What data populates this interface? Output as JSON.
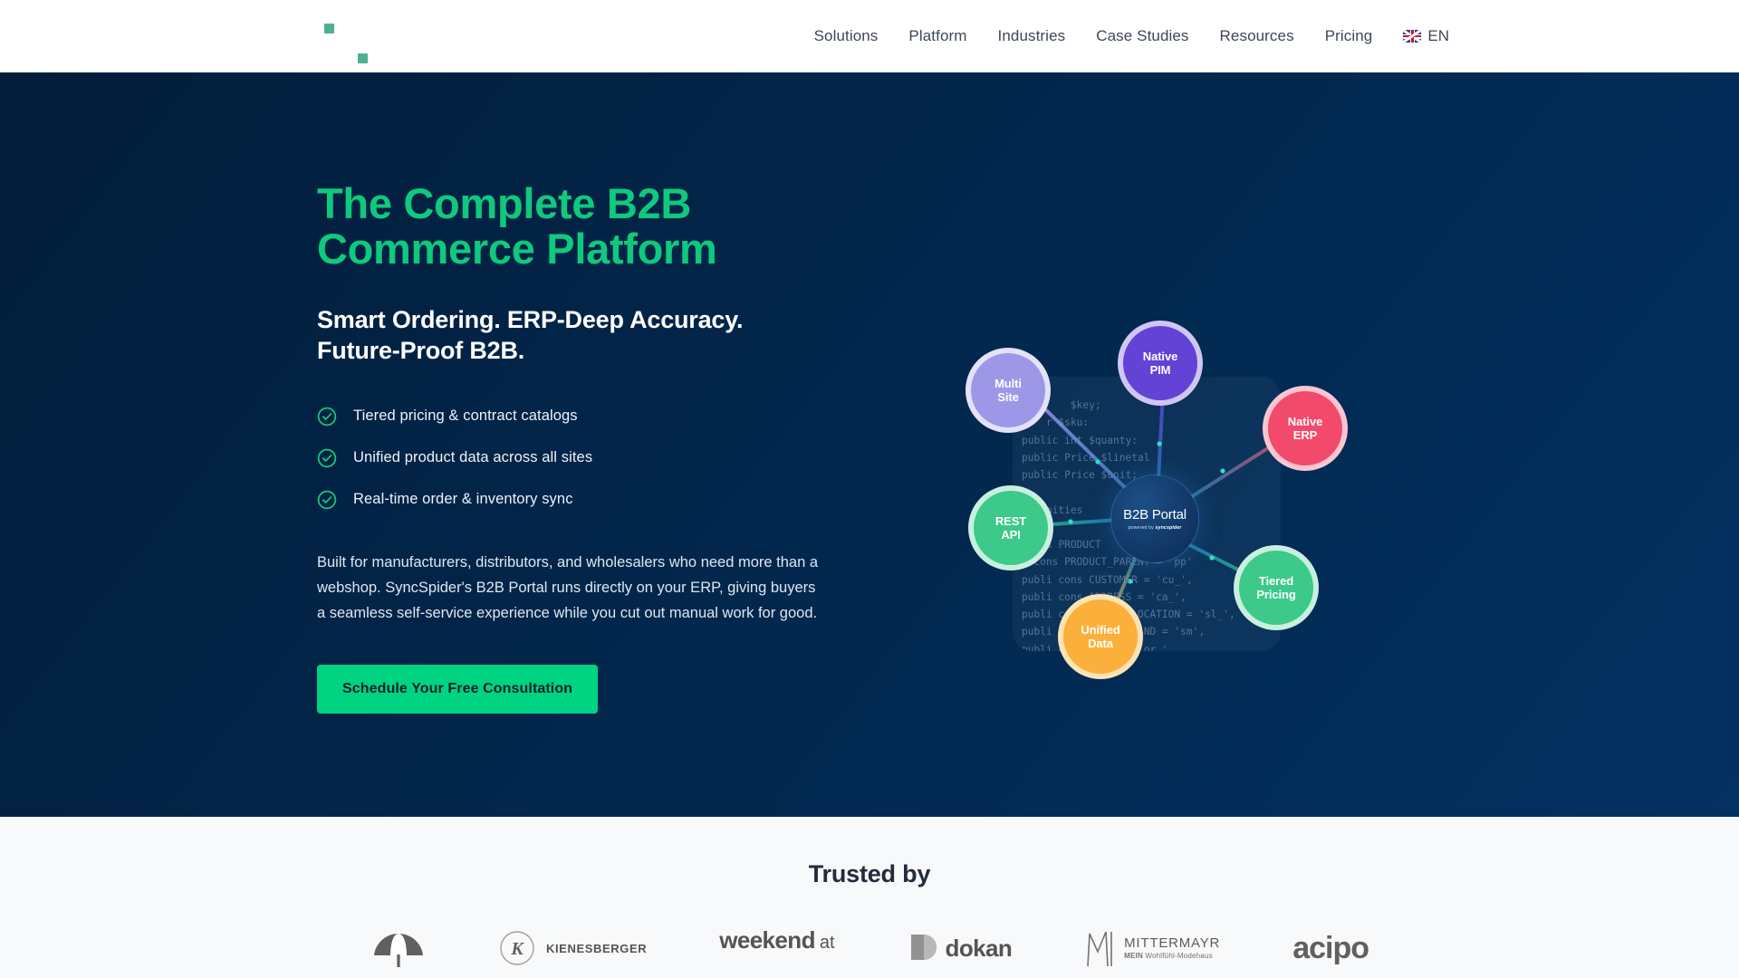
{
  "header": {
    "logo_name": "syncspider-logo",
    "nav": [
      {
        "label": "Solutions"
      },
      {
        "label": "Platform"
      },
      {
        "label": "Industries"
      },
      {
        "label": "Case Studies"
      },
      {
        "label": "Resources"
      },
      {
        "label": "Pricing"
      }
    ],
    "language": {
      "code": "EN",
      "flag": "uk-flag-icon"
    }
  },
  "hero": {
    "title_line1": "The Complete B2B",
    "title_line2": "Commerce Platform",
    "subtitle_line1": "Smart Ordering. ERP-Deep Accuracy.",
    "subtitle_line2": "Future-Proof B2B.",
    "features": [
      {
        "text": "Tiered pricing & contract catalogs"
      },
      {
        "text": "Unified product data across all sites"
      },
      {
        "text": "Real-time order & inventory sync"
      }
    ],
    "paragraph": "Built for manufacturers, distributors, and wholesalers who need more than a webshop. SyncSpider's B2B Portal runs directly on your ERP, giving buyers a seamless self-service experience while you cut out manual work for good.",
    "cta_label": "Schedule Your Free Consultation",
    "colors": {
      "title_green": "#0ec97e",
      "cta_green": "#00d382",
      "bg_from": "#021d3a",
      "bg_to": "#033162"
    }
  },
  "diagram": {
    "hub": {
      "title": "B2B Portal",
      "subtitle_prefix": "powered by",
      "subtitle_brand": "syncspider"
    },
    "code_lines": [
      "        $key;",
      "    r $sku:",
      "public int $quanty:",
      "public Price $linetal",
      "public Price $unit;",
      "",
      "  denities",
      "",
      " cons PRODUCT",
      "c cons PRODUCT_PARENT = 'pp'",
      "publi cons CUSTOMER = 'cu_',",
      "publi cons ADDRESS = 'ca_',",
      "publi cons STRUCT LOCATION = 'sl_',",
      "publi cons METHOD_BAND = 'sm',",
      "publi cons ORDER = 'or_'"
    ],
    "nodes": [
      {
        "id": "multi-site",
        "label_line1": "Multi",
        "label_line2": "Site",
        "color": "#9d97e8",
        "ring": "#e4e1f8"
      },
      {
        "id": "native-pim",
        "label_line1": "Native",
        "label_line2": "PIM",
        "color": "#6243d6",
        "ring": "#cfc7f2"
      },
      {
        "id": "native-erp",
        "label_line1": "Native",
        "label_line2": "ERP",
        "color": "#f24a6b",
        "ring": "#fcc6d1"
      },
      {
        "id": "rest-api",
        "label_line1": "REST",
        "label_line2": "API",
        "color": "#3cc98a",
        "ring": "#c8f0de"
      },
      {
        "id": "tiered-pricing",
        "label_line1": "Tiered",
        "label_line2": "Pricing",
        "color": "#3cc98a",
        "ring": "#c8f0de"
      },
      {
        "id": "unified-data",
        "label_line1": "Unified",
        "label_line2": "Data",
        "color": "#fbb03b",
        "ring": "#fde3b4"
      }
    ]
  },
  "trusted": {
    "title": "Trusted by",
    "logos": [
      {
        "id": "umbrella-logo",
        "name": ""
      },
      {
        "id": "kienesberger-logo",
        "name": "KIENESBERGER"
      },
      {
        "id": "weekend-at-logo",
        "name": "weekend",
        "suffix": "at"
      },
      {
        "id": "dokan-logo",
        "name": "dokan"
      },
      {
        "id": "mittermayr-logo",
        "name": "MITTERMAYR",
        "tagline_bold": "MEIN",
        "tagline": "Wohlfühl-Modehaus"
      },
      {
        "id": "racing-logo",
        "name": "acipo"
      }
    ]
  }
}
